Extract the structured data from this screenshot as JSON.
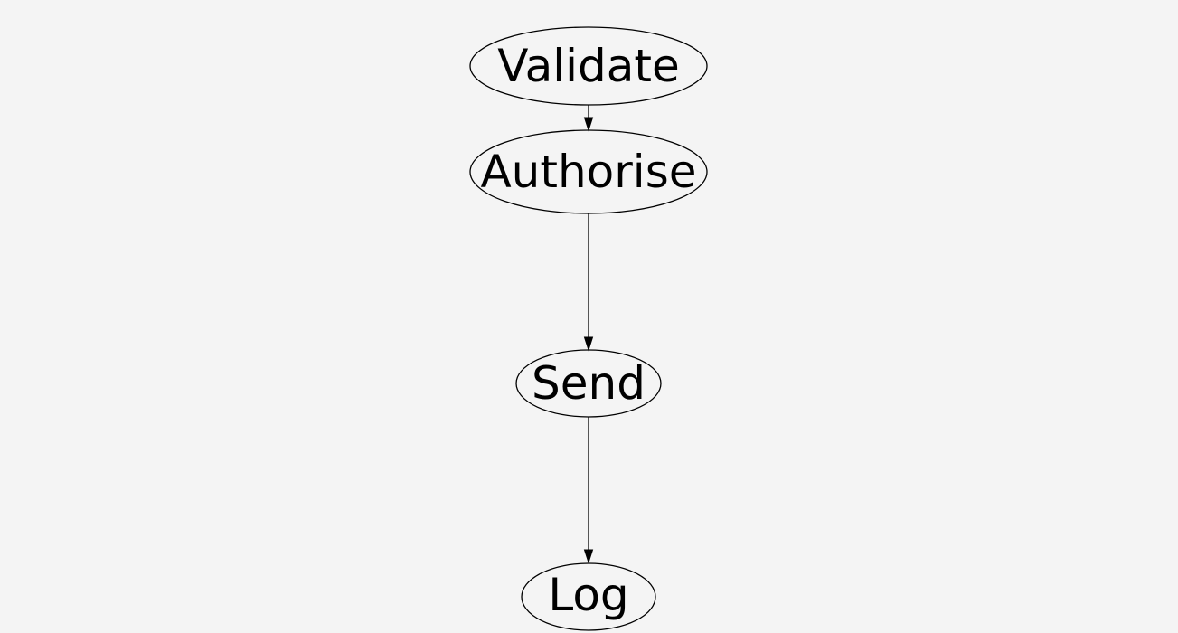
{
  "colors": {
    "background": "#f4f4f4",
    "stroke": "#000000",
    "text": "#000000"
  },
  "diagram": {
    "nodes": [
      {
        "id": "validate",
        "label": "Validate"
      },
      {
        "id": "authorise",
        "label": "Authorise"
      },
      {
        "id": "send",
        "label": "Send"
      },
      {
        "id": "log",
        "label": "Log"
      }
    ],
    "edges": [
      {
        "from": "validate",
        "to": "authorise"
      },
      {
        "from": "authorise",
        "to": "send"
      },
      {
        "from": "send",
        "to": "log"
      }
    ]
  }
}
